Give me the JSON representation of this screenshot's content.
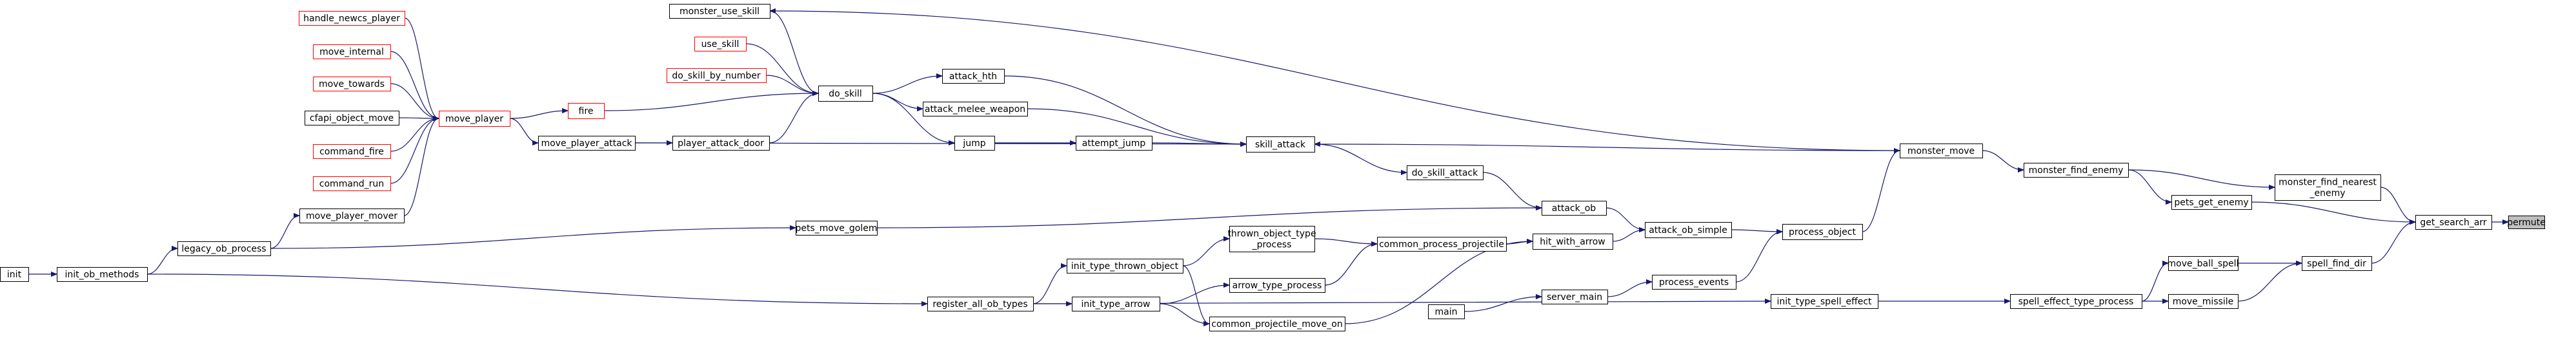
{
  "nodes": [
    {
      "id": "permute",
      "lines": [
        "permute"
      ],
      "highlight": true
    },
    {
      "id": "get_search_arr",
      "lines": [
        "get_search_arr"
      ]
    },
    {
      "id": "monster_find_nearest_enemy",
      "lines": [
        "monster_find_nearest",
        "_enemy"
      ]
    },
    {
      "id": "pets_get_enemy",
      "lines": [
        "pets_get_enemy"
      ]
    },
    {
      "id": "spell_find_dir",
      "lines": [
        "spell_find_dir"
      ]
    },
    {
      "id": "monster_find_enemy",
      "lines": [
        "monster_find_enemy"
      ]
    },
    {
      "id": "move_ball_spell",
      "lines": [
        "move_ball_spell"
      ]
    },
    {
      "id": "move_missile",
      "lines": [
        "move_missile"
      ]
    },
    {
      "id": "spell_effect_type_process",
      "lines": [
        "spell_effect_type_process"
      ]
    },
    {
      "id": "monster_move",
      "lines": [
        "monster_move"
      ]
    },
    {
      "id": "process_object",
      "lines": [
        "process_object"
      ]
    },
    {
      "id": "process_events",
      "lines": [
        "process_events"
      ]
    },
    {
      "id": "init_type_spell_effect",
      "lines": [
        "init_type_spell_effect"
      ]
    },
    {
      "id": "attack_ob_simple",
      "lines": [
        "attack_ob_simple"
      ]
    },
    {
      "id": "server_main",
      "lines": [
        "server_main"
      ]
    },
    {
      "id": "main",
      "lines": [
        "main"
      ]
    },
    {
      "id": "hit_with_arrow",
      "lines": [
        "hit_with_arrow"
      ]
    },
    {
      "id": "attack_ob",
      "lines": [
        "attack_ob"
      ]
    },
    {
      "id": "common_process_projectile",
      "lines": [
        "common_process_projectile"
      ]
    },
    {
      "id": "common_projectile_move_on",
      "lines": [
        "common_projectile_move_on"
      ]
    },
    {
      "id": "thrown_object_type_process",
      "lines": [
        "thrown_object_type",
        "_process"
      ]
    },
    {
      "id": "arrow_type_process",
      "lines": [
        "arrow_type_process"
      ]
    },
    {
      "id": "init_type_thrown_object",
      "lines": [
        "init_type_thrown_object"
      ]
    },
    {
      "id": "init_type_arrow",
      "lines": [
        "init_type_arrow"
      ]
    },
    {
      "id": "register_all_ob_types",
      "lines": [
        "register_all_ob_types"
      ]
    },
    {
      "id": "do_skill_attack",
      "lines": [
        "do_skill_attack"
      ]
    },
    {
      "id": "skill_attack",
      "lines": [
        "skill_attack"
      ]
    },
    {
      "id": "pets_move_golem",
      "lines": [
        "pets_move_golem"
      ]
    },
    {
      "id": "attack_hth",
      "lines": [
        "attack_hth"
      ]
    },
    {
      "id": "attack_melee_weapon",
      "lines": [
        "attack_melee_weapon"
      ]
    },
    {
      "id": "attempt_jump",
      "lines": [
        "attempt_jump"
      ]
    },
    {
      "id": "jump",
      "lines": [
        "jump"
      ]
    },
    {
      "id": "do_skill",
      "lines": [
        "do_skill"
      ]
    },
    {
      "id": "monster_use_skill",
      "lines": [
        "monster_use_skill"
      ]
    },
    {
      "id": "use_skill",
      "lines": [
        "use_skill"
      ],
      "red": true
    },
    {
      "id": "do_skill_by_number",
      "lines": [
        "do_skill_by_number"
      ],
      "red": true
    },
    {
      "id": "fire",
      "lines": [
        "fire"
      ],
      "red": true
    },
    {
      "id": "player_attack_door",
      "lines": [
        "player_attack_door"
      ]
    },
    {
      "id": "move_player_attack",
      "lines": [
        "move_player_attack"
      ]
    },
    {
      "id": "move_player",
      "lines": [
        "move_player"
      ],
      "red": true
    },
    {
      "id": "handle_newcs_player",
      "lines": [
        "handle_newcs_player"
      ],
      "red": true
    },
    {
      "id": "move_internal",
      "lines": [
        "move_internal"
      ],
      "red": true
    },
    {
      "id": "move_towards",
      "lines": [
        "move_towards"
      ],
      "red": true
    },
    {
      "id": "cfapi_object_move",
      "lines": [
        "cfapi_object_move"
      ]
    },
    {
      "id": "command_fire",
      "lines": [
        "command_fire"
      ],
      "red": true
    },
    {
      "id": "command_run",
      "lines": [
        "command_run"
      ],
      "red": true
    },
    {
      "id": "move_player_mover",
      "lines": [
        "move_player_mover"
      ]
    },
    {
      "id": "legacy_ob_process",
      "lines": [
        "legacy_ob_process"
      ]
    },
    {
      "id": "init_ob_methods",
      "lines": [
        "init_ob_methods"
      ]
    },
    {
      "id": "init",
      "lines": [
        "init"
      ]
    }
  ],
  "edges": [
    [
      "get_search_arr",
      "permute"
    ],
    [
      "monster_find_nearest_enemy",
      "get_search_arr"
    ],
    [
      "pets_get_enemy",
      "get_search_arr"
    ],
    [
      "spell_find_dir",
      "get_search_arr"
    ],
    [
      "monster_find_enemy",
      "monster_find_nearest_enemy"
    ],
    [
      "monster_find_enemy",
      "pets_get_enemy"
    ],
    [
      "move_ball_spell",
      "spell_find_dir"
    ],
    [
      "move_missile",
      "spell_find_dir"
    ],
    [
      "spell_effect_type_process",
      "move_ball_spell"
    ],
    [
      "spell_effect_type_process",
      "move_missile"
    ],
    [
      "monster_move",
      "monster_find_enemy"
    ],
    [
      "process_object",
      "monster_move"
    ],
    [
      "process_events",
      "process_object"
    ],
    [
      "init_type_spell_effect",
      "spell_effect_type_process"
    ],
    [
      "attack_ob_simple",
      "process_object"
    ],
    [
      "server_main",
      "process_events"
    ],
    [
      "main",
      "server_main"
    ],
    [
      "hit_with_arrow",
      "attack_ob_simple"
    ],
    [
      "attack_ob",
      "attack_ob_simple"
    ],
    [
      "common_process_projectile",
      "hit_with_arrow"
    ],
    [
      "common_projectile_move_on",
      "hit_with_arrow"
    ],
    [
      "thrown_object_type_process",
      "common_process_projectile"
    ],
    [
      "arrow_type_process",
      "common_process_projectile"
    ],
    [
      "init_type_thrown_object",
      "thrown_object_type_process"
    ],
    [
      "init_type_thrown_object",
      "common_projectile_move_on"
    ],
    [
      "init_type_arrow",
      "arrow_type_process"
    ],
    [
      "init_type_arrow",
      "common_projectile_move_on"
    ],
    [
      "register_all_ob_types",
      "init_type_thrown_object"
    ],
    [
      "register_all_ob_types",
      "init_type_arrow"
    ],
    [
      "register_all_ob_types",
      "init_type_spell_effect"
    ],
    [
      "do_skill_attack",
      "attack_ob"
    ],
    [
      "skill_attack",
      "do_skill_attack"
    ],
    [
      "monster_move",
      "skill_attack"
    ],
    [
      "monster_move",
      "monster_use_skill"
    ],
    [
      "pets_move_golem",
      "attack_ob"
    ],
    [
      "attack_hth",
      "skill_attack"
    ],
    [
      "attack_melee_weapon",
      "skill_attack"
    ],
    [
      "attempt_jump",
      "skill_attack"
    ],
    [
      "move_player_attack",
      "skill_attack"
    ],
    [
      "jump",
      "attempt_jump"
    ],
    [
      "do_skill",
      "attack_hth"
    ],
    [
      "do_skill",
      "attack_melee_weapon"
    ],
    [
      "do_skill",
      "jump"
    ],
    [
      "monster_use_skill",
      "do_skill"
    ],
    [
      "use_skill",
      "do_skill"
    ],
    [
      "do_skill_by_number",
      "do_skill"
    ],
    [
      "fire",
      "do_skill"
    ],
    [
      "player_attack_door",
      "do_skill"
    ],
    [
      "move_player_attack",
      "player_attack_door"
    ],
    [
      "move_player",
      "fire"
    ],
    [
      "move_player",
      "move_player_attack"
    ],
    [
      "handle_newcs_player",
      "move_player"
    ],
    [
      "move_internal",
      "move_player"
    ],
    [
      "move_towards",
      "move_player"
    ],
    [
      "cfapi_object_move",
      "move_player"
    ],
    [
      "command_fire",
      "move_player"
    ],
    [
      "command_run",
      "move_player"
    ],
    [
      "move_player_mover",
      "move_player"
    ],
    [
      "legacy_ob_process",
      "move_player_mover"
    ],
    [
      "legacy_ob_process",
      "pets_move_golem"
    ],
    [
      "init_ob_methods",
      "legacy_ob_process"
    ],
    [
      "init_ob_methods",
      "register_all_ob_types"
    ],
    [
      "init",
      "init_ob_methods"
    ]
  ]
}
